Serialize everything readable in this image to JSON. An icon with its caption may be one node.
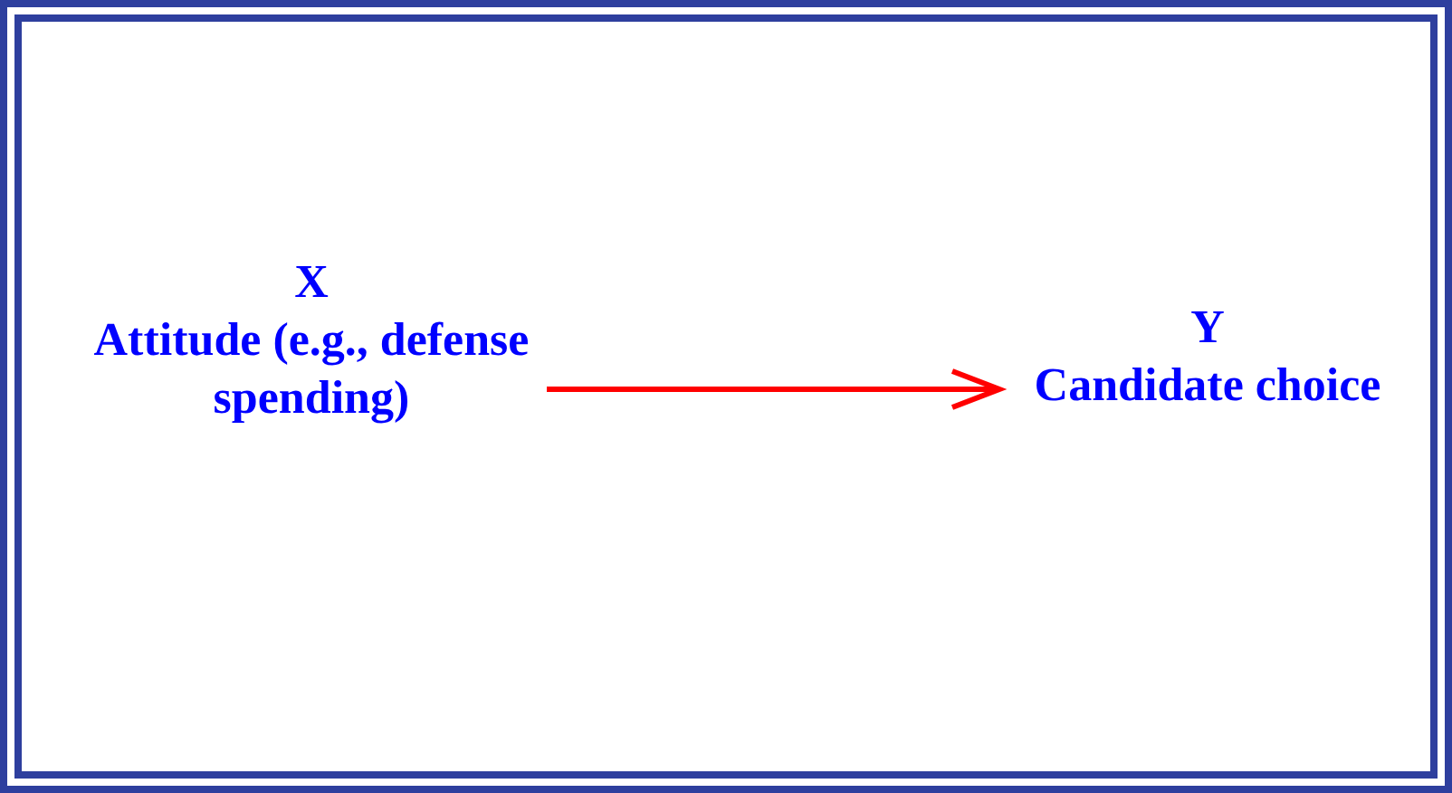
{
  "diagram": {
    "nodes": [
      {
        "text": [
          "X",
          "Attitude (e.g., defense spending)"
        ]
      },
      {
        "text": [
          "Y",
          "Candidate choice"
        ]
      }
    ],
    "edges": [
      {
        "from": 0,
        "to": 1,
        "arrow": "to",
        "color": "#ff0000"
      }
    ]
  }
}
